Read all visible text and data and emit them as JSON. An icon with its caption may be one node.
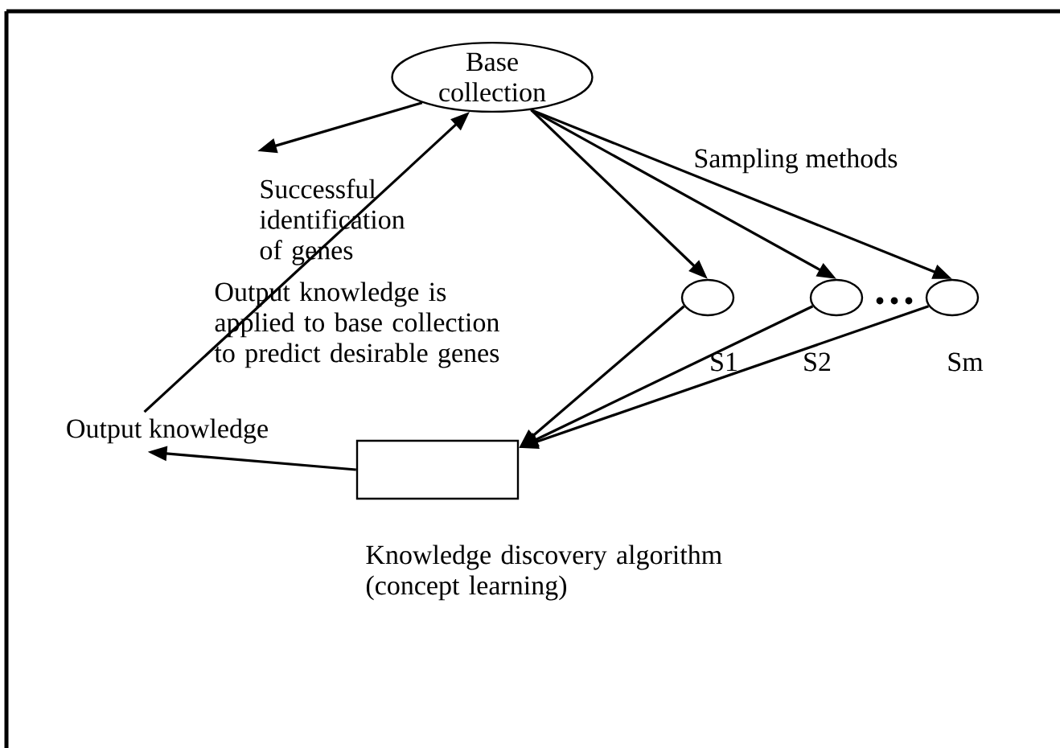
{
  "diagram": {
    "nodes": [
      {
        "text": [
          "Base collection"
        ]
      },
      {
        "text": [
          "Successful identification of genes"
        ]
      },
      {
        "text": [],
        "shape": "ellipse",
        "beside": [
          "S1"
        ]
      },
      {
        "text": [],
        "shape": "ellipse",
        "beside": [
          "S2"
        ]
      },
      {
        "text": [],
        "shape": "ellipse",
        "beside": [
          "Sm"
        ]
      },
      {
        "text": [],
        "shape": "box",
        "beside": [
          "Knowledge discovery algorithm (concept learning)"
        ]
      },
      {
        "text": [
          "Output knowledge"
        ]
      }
    ],
    "edges": [
      {
        "from": 0,
        "to": 1,
        "arrow": "to"
      },
      {
        "from": 0,
        "to": 2,
        "arrow": "to"
      },
      {
        "from": 0,
        "to": 3,
        "arrow": "to"
      },
      {
        "from": 0,
        "to": 4,
        "arrow": "to"
      },
      {
        "from": 2,
        "to": 5,
        "arrow": "to"
      },
      {
        "from": 3,
        "to": 5,
        "arrow": "to"
      },
      {
        "from": 4,
        "to": 5,
        "arrow": "to"
      },
      {
        "from": 5,
        "to": 6,
        "arrow": "to"
      },
      {
        "from": 6,
        "to": 0,
        "arrow": "to"
      }
    ],
    "labels": [
      "Sampling methods",
      "Output knowledge is applied to base collection to predict desirable genes"
    ]
  }
}
